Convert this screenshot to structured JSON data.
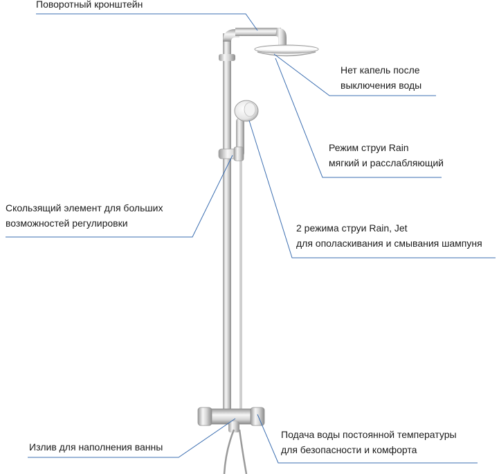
{
  "colors": {
    "leader_line": "#3a6db0",
    "chrome_light": "#f4f4f4",
    "chrome_mid": "#cfcfcf",
    "chrome_dark": "#8c8c8c",
    "text": "#1a1a1a"
  },
  "callouts": {
    "swivel_arm": {
      "lines": [
        "Поворотный кронштейн"
      ]
    },
    "no_drip": {
      "lines": [
        "Нет капель после",
        "выключения воды"
      ]
    },
    "rain_mode": {
      "lines": [
        "Режим струи Rain",
        "мягкий и расслабляющий"
      ]
    },
    "slider": {
      "lines": [
        "Скользящий элемент для больших",
        "возможностей регулировки"
      ]
    },
    "two_modes": {
      "lines": [
        "2 режима струи Rain, Jet",
        "для ополаскивания и смывания шампуня"
      ]
    },
    "spout": {
      "lines": [
        "Излив для наполнения  ванны"
      ]
    },
    "thermostat": {
      "lines": [
        "Подача воды постоянной температуры",
        "для безопасности и комфорта"
      ]
    }
  }
}
